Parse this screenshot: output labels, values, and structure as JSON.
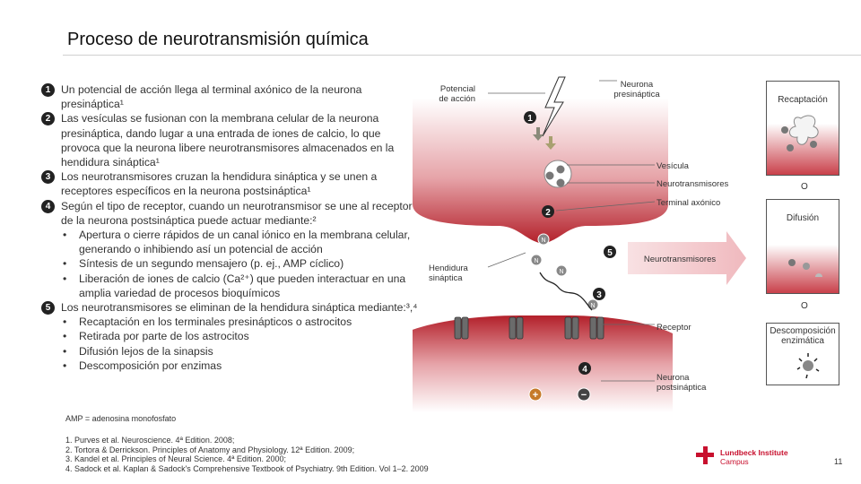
{
  "title": "Proceso de neurotransmisión química",
  "steps": [
    {
      "n": "1",
      "text": "Un potencial de acción llega al terminal axónico de la neurona presináptica¹"
    },
    {
      "n": "2",
      "text": "Las vesículas se fusionan con la membrana celular de la neurona presináptica, dando lugar a una entrada de iones de calcio, lo que provoca que la neurona libere neurotransmisores almacenados en la hendidura sináptica¹"
    },
    {
      "n": "3",
      "text": "Los neurotransmisores cruzan la hendidura sináptica y se unen a receptores específicos en la neurona postsináptica¹"
    },
    {
      "n": "4",
      "text": "Según el tipo de receptor, cuando un neurotransmisor se une al receptor de la neurona postsináptica puede actuar mediante:²"
    },
    {
      "n": "5",
      "text": "Los neurotransmisores se eliminan de la hendidura sináptica mediante:³,⁴"
    }
  ],
  "step4_bullets": [
    "Apertura o cierre rápidos de un canal iónico en la membrana celular, generando o inhibiendo así un potencial de acción",
    "Síntesis de un segundo mensajero (p. ej., AMP cíclico)",
    "Liberación de iones de calcio (Ca²⁺) que pueden interactuar en una amplia variedad de procesos bioquímicos"
  ],
  "step5_bullets": [
    "Recaptación en los terminales presinápticos o astrocitos",
    "Retirada por parte de los astrocitos",
    "Difusión lejos de la sinapsis",
    "Descomposición por enzimas"
  ],
  "bullet_char": "•",
  "abbreviation": "AMP = adenosina monofosfato",
  "references": [
    "1. Purves et al. Neuroscience. 4ª Edition. 2008;",
    "2. Tortora & Derrickson. Principles of Anatomy and Physiology. 12ª Edition. 2009;",
    "3. Kandel et al. Principles of Neural Science. 4ª Edition. 2000;",
    "4. Sadock et al. Kaplan & Sadock's Comprehensive Textbook of Psychiatry. 9th Edition. Vol 1–2. 2009"
  ],
  "diagram": {
    "potencial_label": [
      "Potencial",
      "de acción"
    ],
    "presinaptica_label": [
      "Neurona",
      "presináptica"
    ],
    "vesicula_label": "Vesícula",
    "neurotransmisores_label": "Neurotransmisores",
    "terminal_label": "Terminal axónico",
    "hendidura_label": [
      "Hendidura",
      "sináptica"
    ],
    "arrow_label": "Neurotransmisores",
    "receptor_label": "Receptor",
    "postsinaptica_label": [
      "Neurona",
      "postsináptica"
    ],
    "markers": [
      "1",
      "2",
      "3",
      "4",
      "5"
    ],
    "nt_letter": "N",
    "plus": "+",
    "minus": "−"
  },
  "removal": {
    "recaptacion": "Recaptación",
    "or1": "O",
    "difusion": "Difusión",
    "or2": "O",
    "descomposicion": [
      "Descomposición",
      "enzimática"
    ]
  },
  "logo": {
    "line1": "Lundbeck Institute",
    "line2": "Campus"
  },
  "page_number": "11",
  "colors": {
    "membrane_red": "#b3202a",
    "arrow_pink": "#f3c9cc",
    "marker_black": "#222222"
  }
}
